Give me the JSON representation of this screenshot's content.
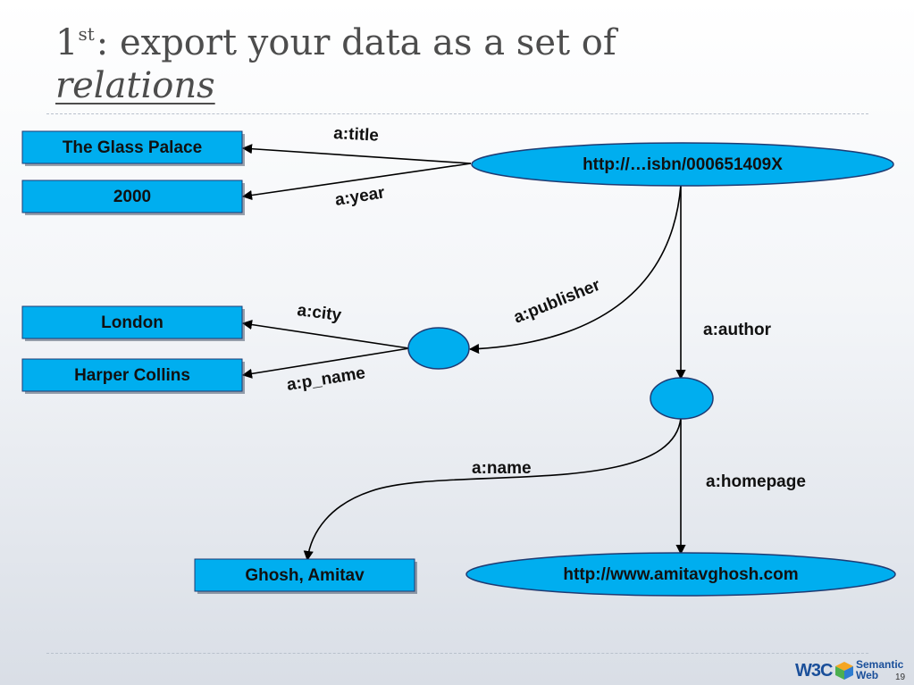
{
  "slide": {
    "title_prefix": "1",
    "title_sup": "st",
    "title_rest": ": export your data as a set of",
    "title_emphasis": "relations",
    "page_number": "19"
  },
  "nodes": {
    "book_uri": "http://…isbn/000651409X",
    "title_value": "The Glass Palace",
    "year_value": "2000",
    "city_value": "London",
    "publisher_name_value": "Harper Collins",
    "author_name_value": "Ghosh, Amitav",
    "homepage_uri": "http://www.amitavghosh.com"
  },
  "edges": {
    "title": "a:title",
    "year": "a:year",
    "publisher": "a:publisher",
    "author": "a:author",
    "city": "a:city",
    "p_name": "a:p_name",
    "name": "a:name",
    "homepage": "a:homepage"
  },
  "logo": {
    "w3c": "W3C",
    "semantic": "Semantic",
    "web": "Web"
  },
  "colors": {
    "node_fill": "#00aeef",
    "node_stroke": "#1f3b73",
    "title_text": "#4d4d4d",
    "logo_blue": "#1a4f9a"
  }
}
